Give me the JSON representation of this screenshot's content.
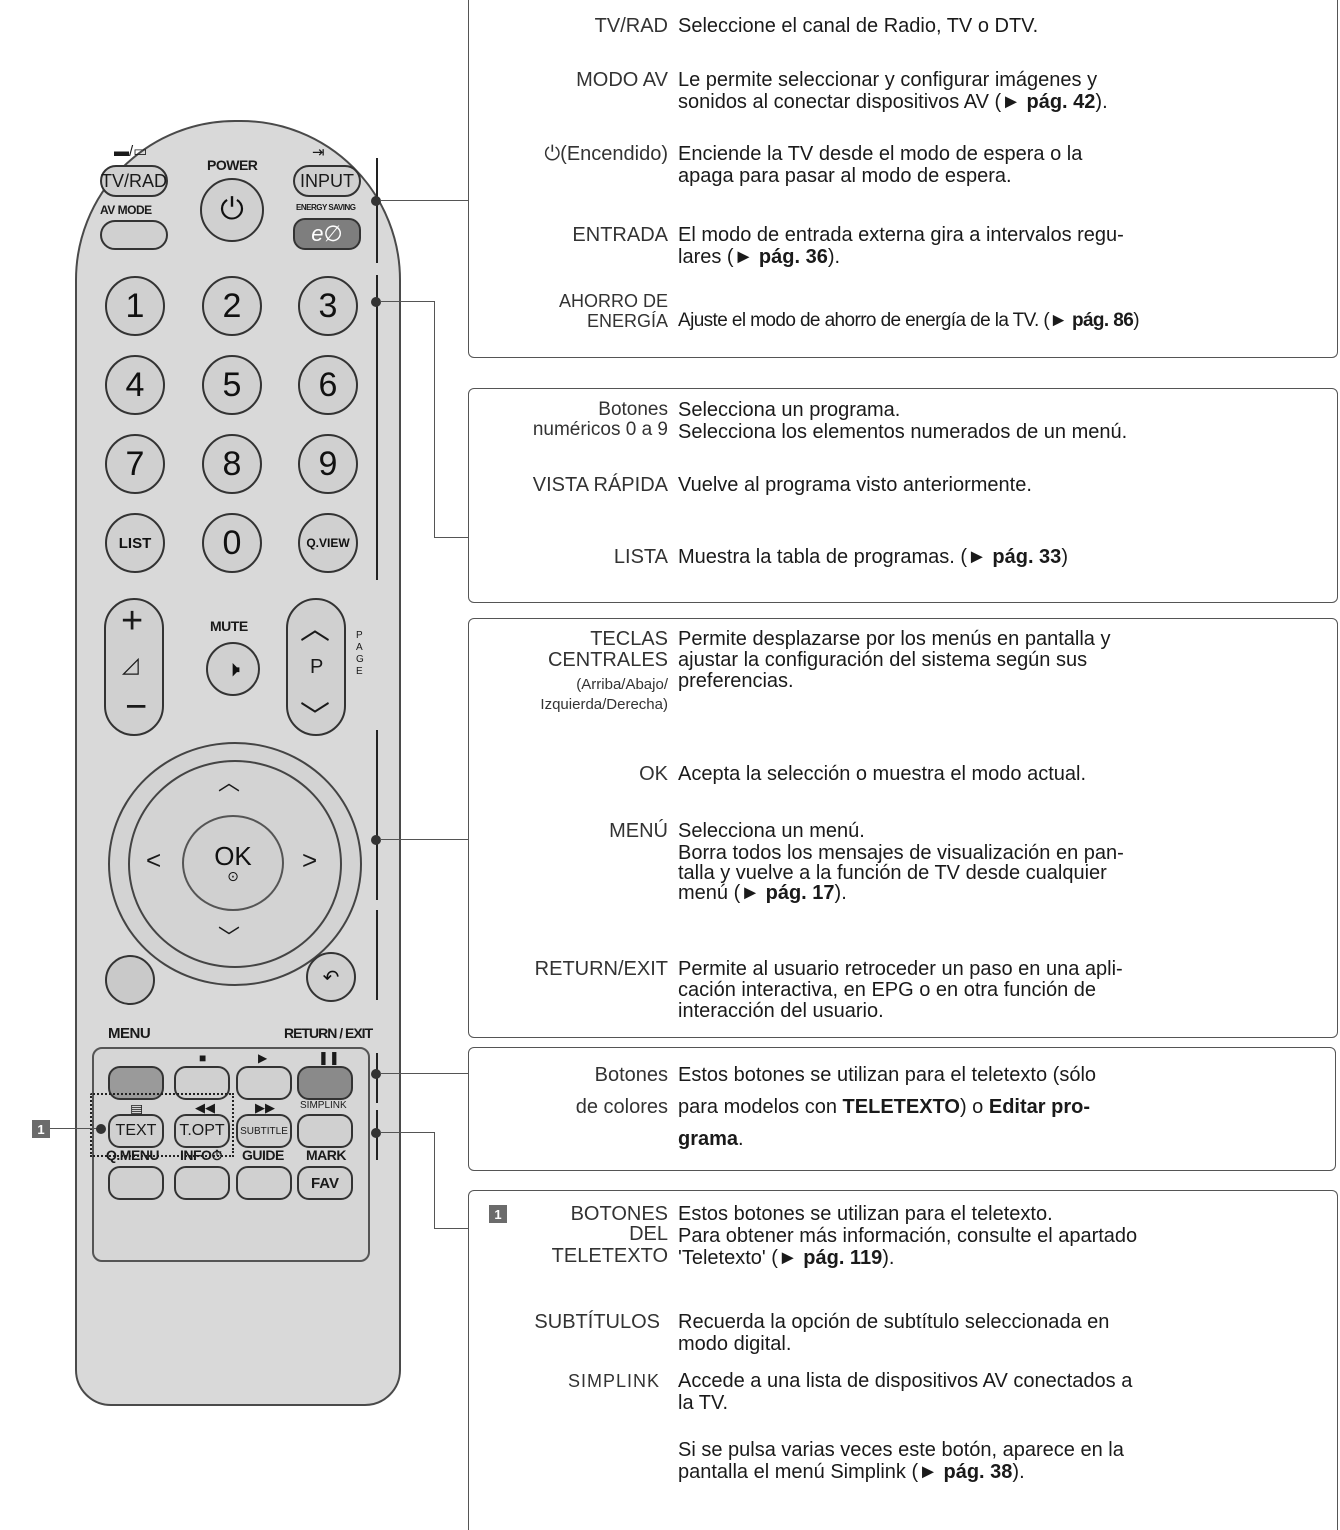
{
  "remote": {
    "tv_rad": "TV/RAD",
    "power": "POWER",
    "input": "INPUT",
    "av_mode": "AV MODE",
    "energy_saving": "ENERGY SAVING",
    "digits": [
      "1",
      "2",
      "3",
      "4",
      "5",
      "6",
      "7",
      "8",
      "9"
    ],
    "list": "LIST",
    "zero": "0",
    "qview": "Q.VIEW",
    "mute": "MUTE",
    "p": "P",
    "page": "PAGE",
    "ok": "OK",
    "menu": "MENU",
    "return_exit": "RETURN / EXIT",
    "text": "TEXT",
    "topt": "T.OPT",
    "subtitle": "SUBTITLE",
    "simplink": "SIMPLINK",
    "qmenu": "Q.MENU",
    "info": "INFO",
    "guide": "GUIDE",
    "mark": "MARK",
    "fav": "FAV",
    "badge": "1"
  },
  "callouts": {
    "top": [
      {
        "term": "TV/RAD",
        "desc": "Seleccione el canal de Radio, TV o DTV."
      },
      {
        "term": "MODO AV",
        "desc": "Le permite seleccionar y configurar imágenes y",
        "desc2": "sonidos al conectar dispositivos AV (",
        "page": "► pág. 42",
        "after": ")."
      },
      {
        "term": "(Encendido)",
        "desc": "Enciende la TV desde el modo de espera o la",
        "desc2": "apaga para pasar al modo de espera."
      },
      {
        "term": "ENTRADA",
        "desc": "El modo de entrada externa gira a intervalos regu-",
        "desc2": "lares (",
        "page": "► pág. 36",
        "after": ")."
      },
      {
        "term": "AHORRO DE",
        "term2": "ENERGÍA",
        "desc": "Ajuste el modo de ahorro de energía de la TV. (",
        "page": "► pág. 86",
        "after": ")"
      }
    ],
    "numeric": [
      {
        "term": "Botones",
        "term2": "numéricos 0 a 9",
        "desc": "Selecciona un programa.",
        "desc2": "Selecciona los elementos numerados de un menú."
      },
      {
        "term": "VISTA RÁPIDA",
        "desc": "Vuelve al programa visto anteriormente."
      },
      {
        "term": "LISTA",
        "desc": "Muestra la tabla de programas. (",
        "page": "► pág. 33",
        "after": ")"
      }
    ],
    "nav": [
      {
        "term": "TECLAS",
        "term2": "CENTRALES",
        "term3": "(Arriba/Abajo/",
        "term4": "Izquierda/Derecha)",
        "desc": "Permite desplazarse por los menús en pantalla y",
        "desc2": "ajustar la configuración del sistema según sus",
        "desc3": "preferencias."
      },
      {
        "term": "OK",
        "desc": "Acepta la selección o muestra el modo actual."
      },
      {
        "term": "MENÚ",
        "desc": "Selecciona un menú.",
        "desc2": "Borra todos los mensajes de visualización en pan-",
        "desc3": "talla y vuelve a la función de TV desde cualquier",
        "desc4": "menú (",
        "page": "► pág. 17",
        "after": ")."
      },
      {
        "term": "RETURN/EXIT",
        "desc": "Permite al usuario retroceder un paso en una apli-",
        "desc2": "cación interactiva, en EPG o en otra función de",
        "desc3": "interacción del usuario."
      }
    ],
    "colors": {
      "term": "Botones",
      "term2": "de colores",
      "desc": "Estos botones se utilizan para el teletexto (sólo",
      "desc2a": "para modelos con ",
      "desc2b": "TELETEXTO",
      "desc2c": ") o ",
      "desc2d": "Editar pro-",
      "desc3": "grama",
      "desc3b": "."
    },
    "teletext": [
      {
        "badge": "1",
        "term": "BOTONES",
        "term2": "DEL",
        "term3": "TELETEXTO",
        "desc": "Estos botones se utilizan para el teletexto.",
        "desc2": "Para obtener más información, consulte el apartado",
        "desc3": "'Teletexto' (",
        "page": "► pág. 119",
        "after": ")."
      },
      {
        "term": "SUBTÍTULOS",
        "desc": "Recuerda la opción de subtítulo seleccionada en",
        "desc2": "modo digital."
      },
      {
        "term": "SIMPLINK",
        "desc": "Accede a una lista de dispositivos AV conectados a",
        "desc2": "la TV.",
        "desc3": "Si se pulsa varias veces este botón, aparece en la",
        "desc4": "pantalla el menú Simplink (",
        "page": "► pág. 38",
        "after": ")."
      }
    ]
  }
}
